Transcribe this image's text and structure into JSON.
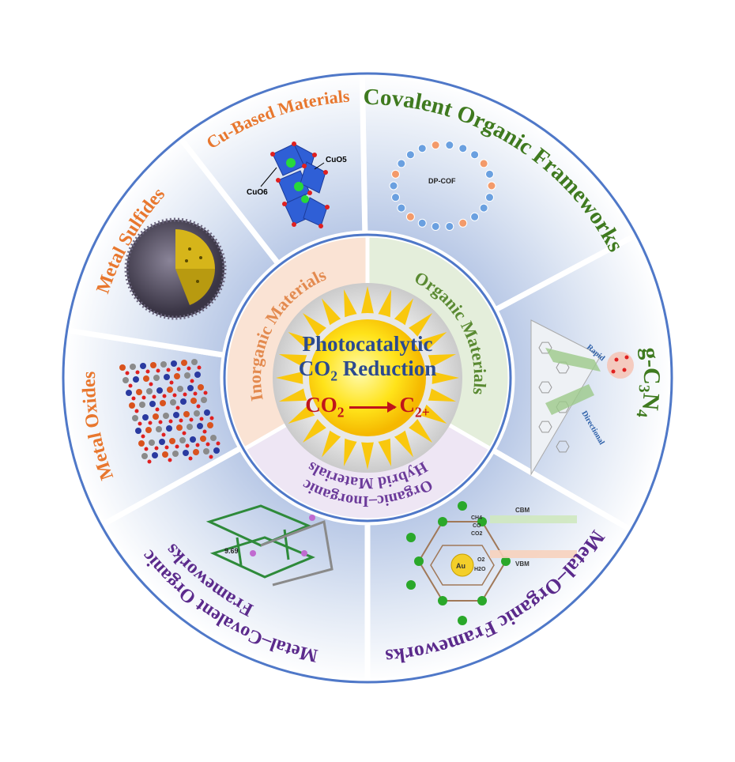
{
  "center": {
    "title_line1": "Photocatalytic",
    "title_line2_main": "CO",
    "title_line2_sub": "2",
    "title_line2_rest": " Reduction",
    "reactant_main": "CO",
    "reactant_sub": "2",
    "product_main": "C",
    "product_sub": "2+"
  },
  "inner_categories": [
    {
      "label": "Inorganic Materials",
      "color": "#e38a4f"
    },
    {
      "label": "Organic Materials",
      "color": "#5a8a32"
    },
    {
      "label_line1": "Organic–Inorganic",
      "label_line2": "Hybrid Materials",
      "color": "#6b3a9a"
    }
  ],
  "outer_categories": {
    "cof": {
      "label": "Covalent Organic Frameworks",
      "color": "#3f7a1f",
      "inset_label": "DP-COF"
    },
    "gcn": {
      "parts": [
        "g-C",
        "3",
        "N",
        "4"
      ],
      "color": "#3f7a1f",
      "inset_labels": [
        "Rapid",
        "Directional"
      ]
    },
    "mof": {
      "label": "Metal–Organic Frameworks",
      "color": "#5b2a8c",
      "inset_labels": [
        "CBM",
        "VBM",
        "Au",
        "CH4",
        "CO",
        "CO2",
        "O2",
        "H2O"
      ]
    },
    "mcof": {
      "label_line1": "Metal–Covalent Organic",
      "label_line2": "Frameworks",
      "color": "#5b2a8c",
      "inset_label": "9.69"
    },
    "oxides": {
      "label": "Metal Oxides",
      "color": "#e8772e"
    },
    "sulfides": {
      "label": "Metal Sulfides",
      "color": "#e8772e"
    },
    "cu": {
      "label": "Cu-Based Materials",
      "color": "#e8772e",
      "inset_labels": [
        "CuO6",
        "CuO5"
      ]
    }
  },
  "colors": {
    "ring_border": "#4f78c8",
    "inorganic_fill": "#fae3d4",
    "organic_fill": "#e4eedb",
    "hybrid_fill": "#eee6f4",
    "title": "#2b4a8f",
    "reaction": "#c0141b"
  }
}
